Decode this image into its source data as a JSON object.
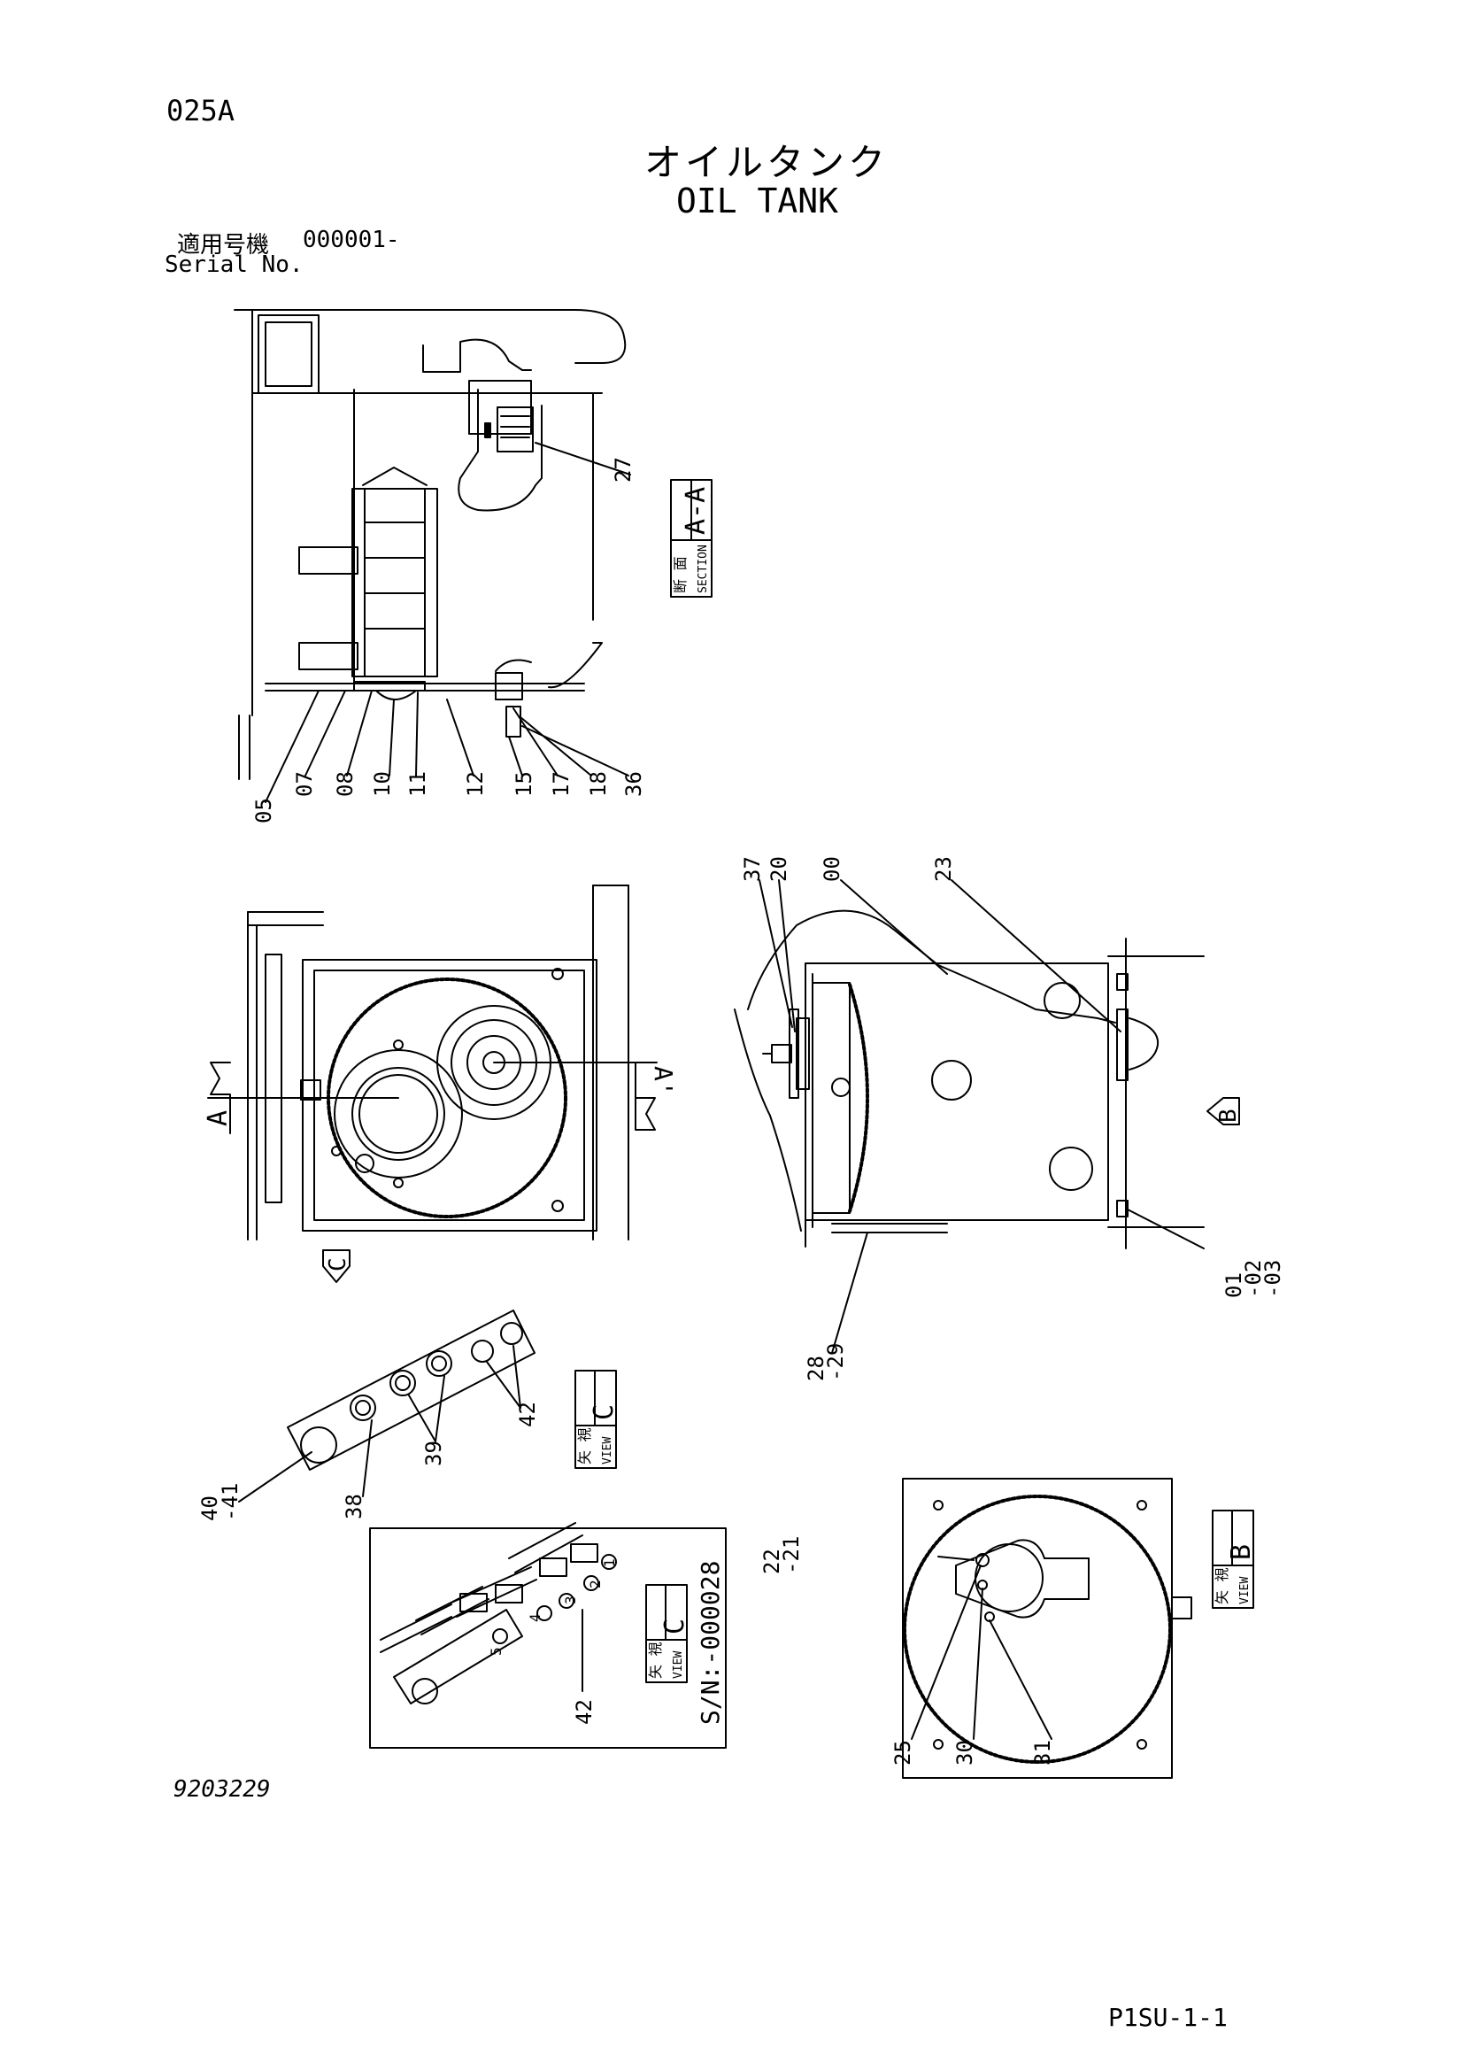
{
  "page_code": "025A",
  "title_jp": "オイルタンク",
  "title_en": "OIL TANK",
  "serial": {
    "label_jp": "適用号機",
    "label_en": "Serial No.",
    "value": "000001-"
  },
  "drawing_number": "9203229",
  "footer_code": "P1SU-1-1",
  "views": {
    "section_aa": {
      "jp": "断 面",
      "en": "SECTION",
      "id": "A-A"
    },
    "view_c": {
      "jp": "矢 視",
      "en": "VIEW",
      "id": "C"
    },
    "view_c_old": {
      "jp": "矢 視",
      "en": "VIEW",
      "id": "C",
      "sn": "S/N:-000028"
    },
    "view_b": {
      "jp": "矢 視",
      "en": "VIEW",
      "id": "B"
    }
  },
  "arrows": {
    "a": "A",
    "a_prime": "A'",
    "b": "B",
    "c": "C"
  },
  "callouts": {
    "section_aa": [
      "27",
      "05",
      "07",
      "08",
      "10",
      "11",
      "12",
      "15",
      "17",
      "18",
      "36"
    ],
    "side_top": [
      "37",
      "20",
      "00",
      "23"
    ],
    "side_bottom_left": [
      "28",
      "-29"
    ],
    "side_bottom_right": [
      "01",
      "-02",
      "-03"
    ],
    "view_c": [
      "40",
      "-41",
      "38",
      "39",
      "42"
    ],
    "view_c_old": [
      "42"
    ],
    "view_c_old_ports": [
      "1",
      "2",
      "3",
      "4",
      "5"
    ],
    "view_b_left": [
      "22",
      "-21"
    ],
    "view_b_bottom": [
      "25",
      "30",
      "31"
    ]
  }
}
